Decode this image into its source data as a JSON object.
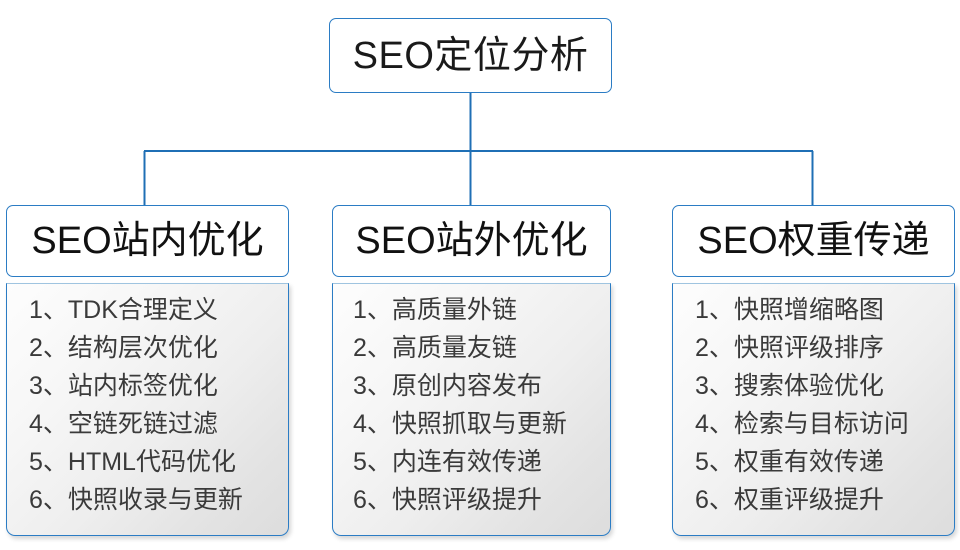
{
  "diagram": {
    "root": {
      "title": "SEO定位分析"
    },
    "branches": [
      {
        "header": "SEO站内优化",
        "items": [
          "1、TDK合理定义",
          "2、结构层次优化",
          "3、站内标签优化",
          "4、空链死链过滤",
          "5、HTML代码优化",
          "6、快照收录与更新"
        ]
      },
      {
        "header": "SEO站外优化",
        "items": [
          "1、高质量外链",
          "2、高质量友链",
          "3、原创内容发布",
          "4、快照抓取与更新",
          "5、内连有效传递",
          "6、快照评级提升"
        ]
      },
      {
        "header": "SEO权重传递",
        "items": [
          "1、快照增缩略图",
          "2、快照评级排序",
          "3、搜索体验优化",
          "4、检索与目标访问",
          "5、权重有效传递",
          "6、权重评级提升"
        ]
      }
    ],
    "colors": {
      "border": "#2b7cc4",
      "connector": "#1f6fb5",
      "header_text": "#111111",
      "item_text": "#3a3a3a",
      "panel_light": "#fdfdfd",
      "panel_dark": "#dddddd"
    }
  }
}
